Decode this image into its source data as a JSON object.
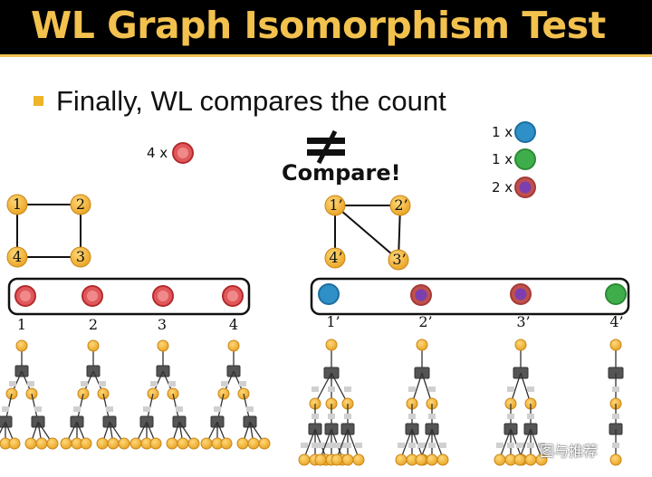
{
  "title": "WL Graph Isomorphism Test",
  "bullet": "Finally, WL compares the count",
  "compare_label": "Compare!",
  "left_count": "4 x",
  "right_counts": [
    "1 x",
    "1 x",
    "2 x"
  ],
  "left_graph_nodes": [
    "1",
    "2",
    "4",
    "3"
  ],
  "right_graph_nodes": [
    "1’",
    "2’",
    "4’",
    "3’"
  ],
  "left_tree_labels": [
    "1",
    "2",
    "3",
    "4"
  ],
  "right_tree_labels": [
    "1’",
    "2’",
    "3’",
    "4’"
  ],
  "watermark": "图与推荐",
  "colors": {
    "title": "#f2c14e",
    "node": "#f0b429",
    "red": "#e0585b",
    "blue": "#2f8fc7",
    "green": "#3fae4a",
    "purple": "#7b3fb0"
  }
}
